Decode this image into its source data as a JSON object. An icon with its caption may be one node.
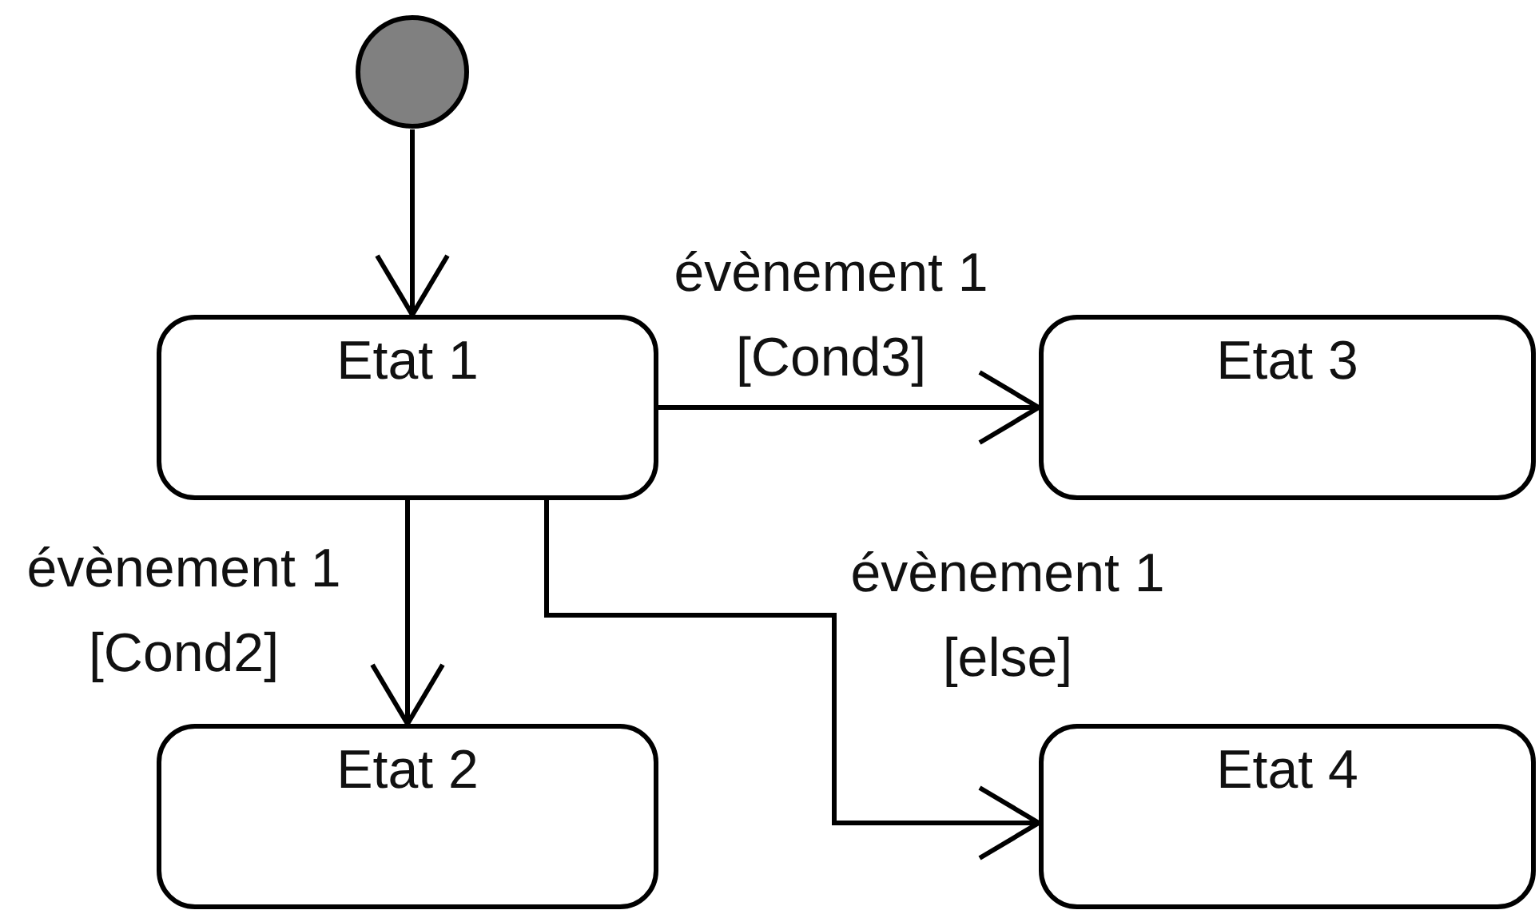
{
  "diagram": {
    "nodes": [
      {
        "text": [],
        "shape": "circle"
      },
      {
        "text": [
          "Etat 1"
        ]
      },
      {
        "text": [
          "Etat 3"
        ]
      },
      {
        "text": [
          "Etat 2"
        ]
      },
      {
        "text": [
          "Etat 4"
        ]
      }
    ],
    "edges": [
      {
        "from": 0,
        "to": 1,
        "arrow": "to"
      },
      {
        "from": 1,
        "to": 2,
        "arrow": "to",
        "label": "évènement 1 [Cond3]"
      },
      {
        "from": 1,
        "to": 3,
        "arrow": "to",
        "label": "évènement 1 [Cond2]"
      },
      {
        "from": 1,
        "to": 4,
        "arrow": "to",
        "label": "évènement 1 [else]"
      }
    ]
  }
}
